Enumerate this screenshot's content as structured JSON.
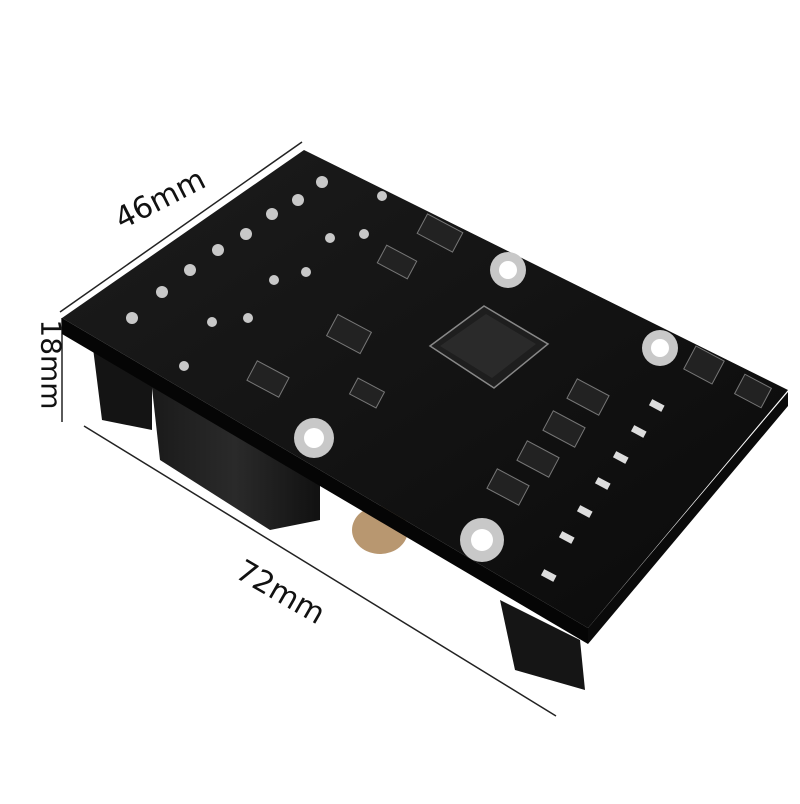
{
  "product": {
    "board_color": "#111111",
    "pad_color": "#c8c8c8",
    "dimensions": {
      "width_label": "46mm",
      "height_label": "18mm",
      "length_label": "72mm"
    }
  }
}
